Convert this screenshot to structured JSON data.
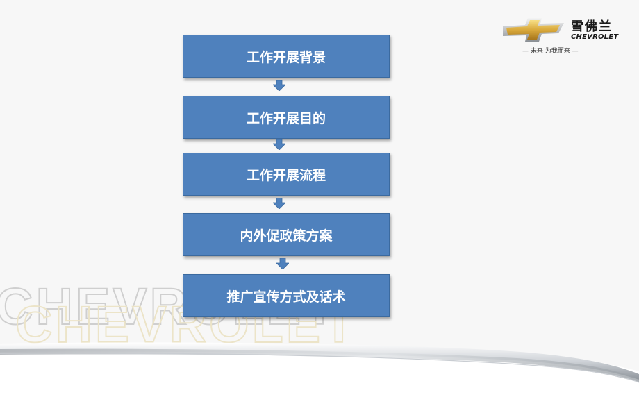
{
  "brand": {
    "name_cn": "雪佛兰",
    "name_en": "CHEVROLET",
    "tagline": "— 未来 为我而来 —",
    "gold": "#d9a93c"
  },
  "watermark_text": "CHEVROLET",
  "flow": {
    "box_color": "#4f81bd",
    "steps": [
      "工作开展背景",
      "工作开展目的",
      "工作开展流程",
      "内外促政策方案",
      "推广宣传方式及话术"
    ]
  }
}
